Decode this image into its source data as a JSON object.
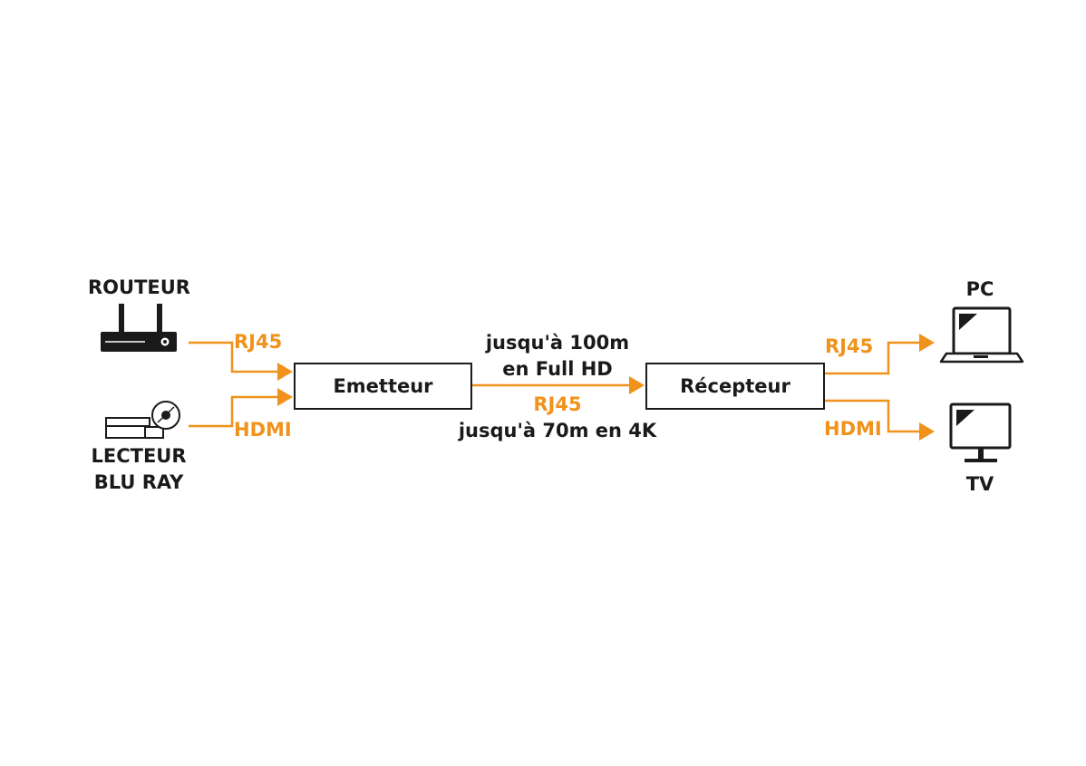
{
  "colors": {
    "accent": "#f0921b",
    "ink": "#1a1a1a",
    "background": "#ffffff"
  },
  "sources": {
    "router": {
      "label": "ROUTEUR",
      "icon": "router-icon",
      "link": "RJ45"
    },
    "bluray": {
      "label_line1": "LECTEUR",
      "label_line2": "BLU RAY",
      "icon": "bluray-player-icon",
      "link": "HDMI"
    }
  },
  "transmitter": {
    "label": "Emetteur"
  },
  "receiver": {
    "label": "Récepteur"
  },
  "link": {
    "line1": "jusqu'à 100m",
    "line2": "en Full HD",
    "type": "RJ45",
    "line3": "jusqu'à 70m en 4K"
  },
  "outputs": {
    "pc": {
      "label": "PC",
      "icon": "laptop-icon",
      "link": "RJ45"
    },
    "tv": {
      "label": "TV",
      "icon": "tv-monitor-icon",
      "link": "HDMI"
    }
  }
}
